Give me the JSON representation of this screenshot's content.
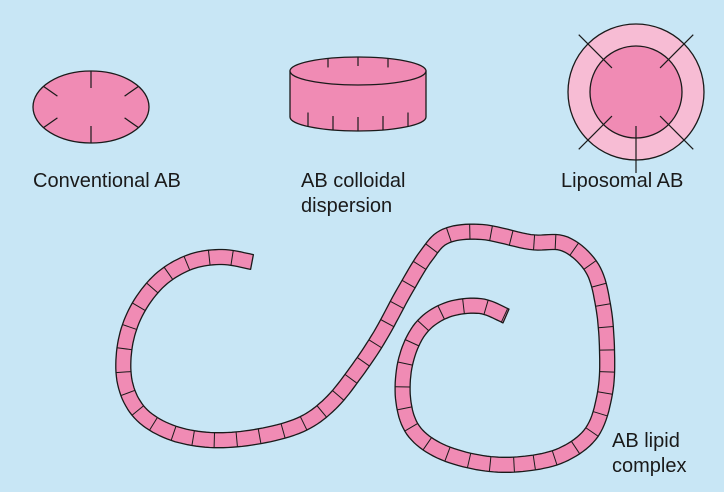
{
  "colors": {
    "background": "#c8e6f5",
    "particle_fill": "#f08bb4",
    "liposome_outer_fill": "#f7bcd4",
    "stroke": "#1a1a1a"
  },
  "labels": {
    "conventional": "Conventional AB",
    "colloidal_line1": "AB colloidal",
    "colloidal_line2": "dispersion",
    "liposomal": "Liposomal AB",
    "lipid_complex_line1": "AB lipid",
    "lipid_complex_line2": "complex"
  }
}
